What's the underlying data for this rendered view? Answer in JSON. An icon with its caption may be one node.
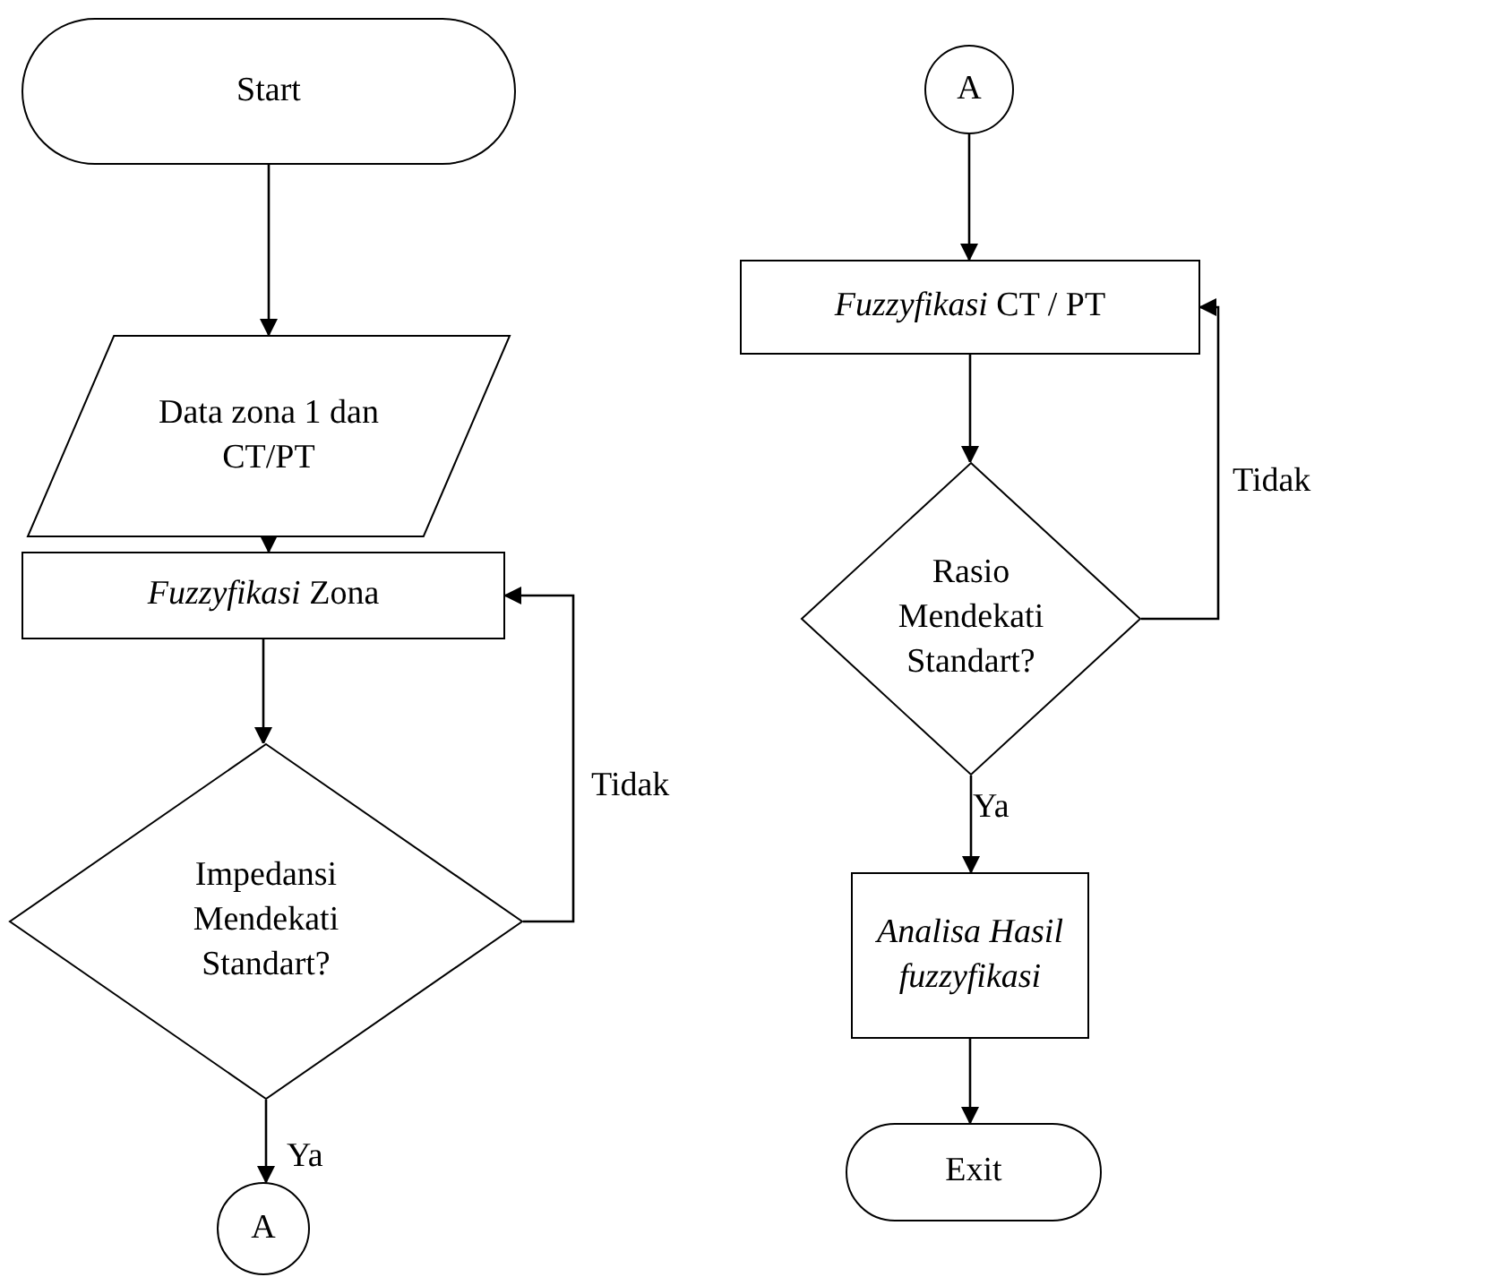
{
  "diagram": {
    "nodes": [
      {
        "text": [
          "Start"
        ]
      },
      {
        "text": [
          "Data zona 1 dan CT/PT"
        ]
      },
      {
        "text": [
          "*Fuzzyfikasi* Zona"
        ]
      },
      {
        "text": [
          "Impedansi Mendekati Standart?"
        ]
      },
      {
        "text": [
          "A"
        ]
      },
      {
        "text": [
          "A"
        ]
      },
      {
        "text": [
          "*Fuzzyfikasi* CT / PT"
        ]
      },
      {
        "text": [
          "Rasio Mendekati Standart?"
        ]
      },
      {
        "text": [
          "Analisa Hasil fuzzyfikasi"
        ]
      },
      {
        "text": [
          "Exit"
        ]
      }
    ],
    "edges": [
      {
        "from": 0,
        "to": 1,
        "arrow": "to"
      },
      {
        "from": 1,
        "to": 2,
        "arrow": "to"
      },
      {
        "from": 2,
        "to": 3,
        "arrow": "to"
      },
      {
        "from": 3,
        "to": 4,
        "arrow": "to",
        "label": "Ya"
      },
      {
        "from": 3,
        "to": 2,
        "arrow": "to",
        "label": "Tidak"
      },
      {
        "from": 5,
        "to": 6,
        "arrow": "to"
      },
      {
        "from": 6,
        "to": 7,
        "arrow": "to"
      },
      {
        "from": 7,
        "to": 8,
        "arrow": "to",
        "label": "Ya"
      },
      {
        "from": 7,
        "to": 6,
        "arrow": "to",
        "label": "Tidak"
      },
      {
        "from": 8,
        "to": 9,
        "arrow": "to"
      }
    ]
  }
}
